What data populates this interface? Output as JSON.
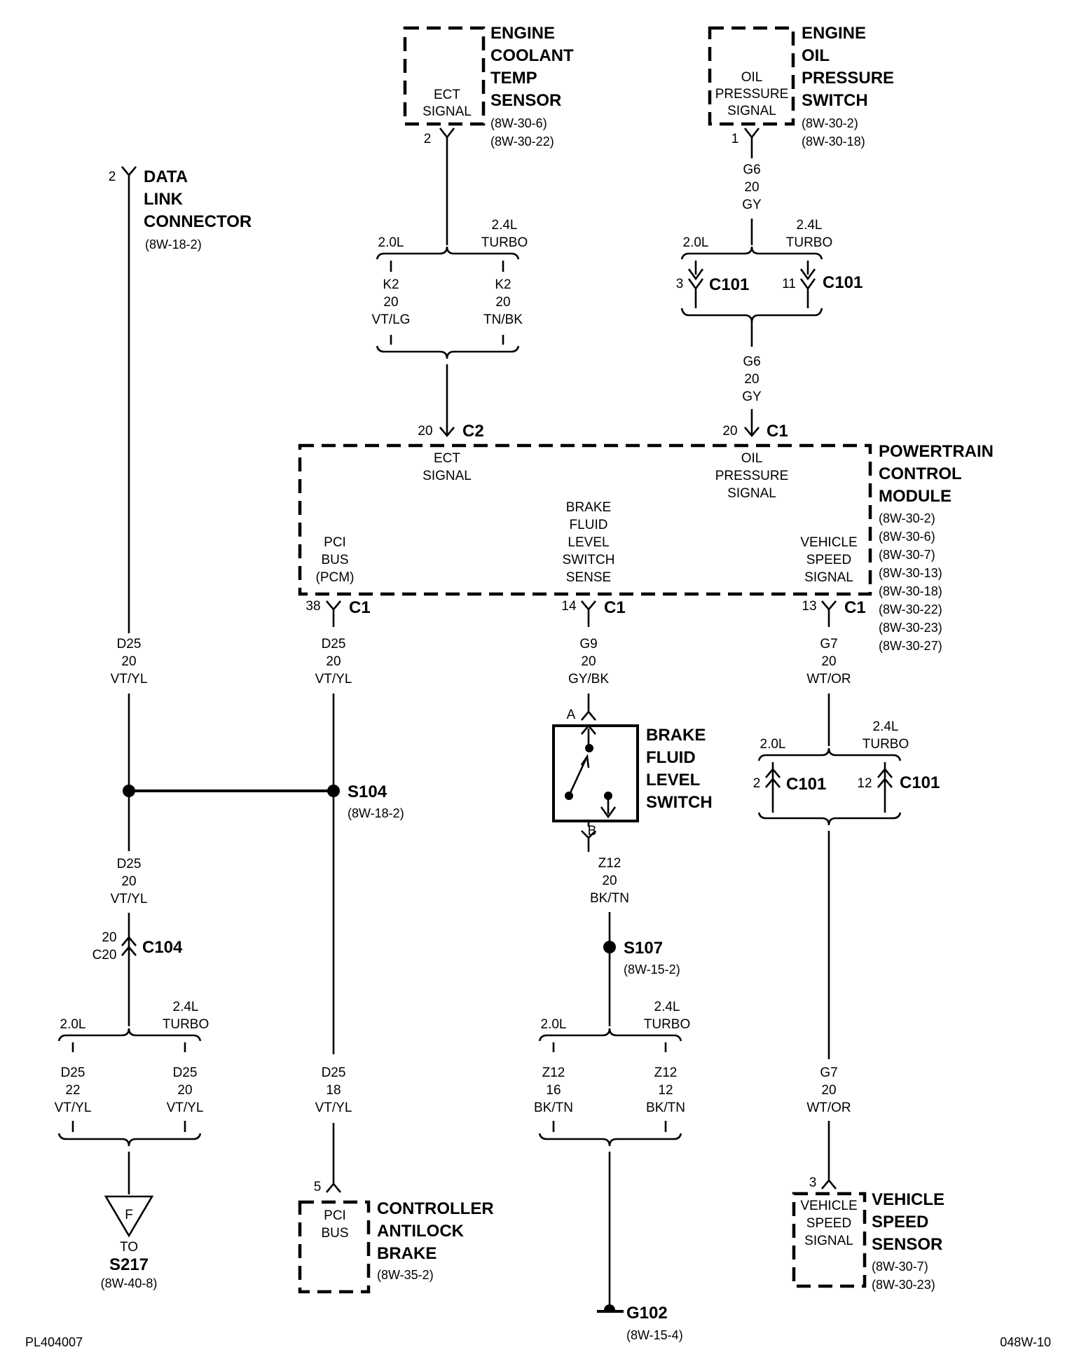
{
  "components": {
    "ect_sensor": {
      "name": [
        "ENGINE",
        "COOLANT",
        "TEMP",
        "SENSOR"
      ],
      "refs": [
        "(8W-30-6)",
        "(8W-30-22)"
      ],
      "inner": [
        "ECT",
        "SIGNAL"
      ],
      "pin": "2"
    },
    "oil_switch": {
      "name": [
        "ENGINE",
        "OIL",
        "PRESSURE",
        "SWITCH"
      ],
      "refs": [
        "(8W-30-2)",
        "(8W-30-18)"
      ],
      "inner": [
        "OIL",
        "PRESSURE",
        "SIGNAL"
      ],
      "pin": "1"
    },
    "dlc": {
      "name": [
        "DATA",
        "LINK",
        "CONNECTOR"
      ],
      "refs": [
        "(8W-18-2)"
      ],
      "pin": "2"
    },
    "pcm": {
      "name": [
        "POWERTRAIN",
        "CONTROL",
        "MODULE"
      ],
      "refs": [
        "(8W-30-2)",
        "(8W-30-6)",
        "(8W-30-7)",
        "(8W-30-13)",
        "(8W-30-18)",
        "(8W-30-22)",
        "(8W-30-23)",
        "(8W-30-27)"
      ],
      "ect_signal": [
        "ECT",
        "SIGNAL"
      ],
      "oil_signal": [
        "OIL",
        "PRESSURE",
        "SIGNAL"
      ],
      "brake_sense": [
        "BRAKE",
        "FLUID",
        "LEVEL",
        "SWITCH",
        "SENSE"
      ],
      "pci_bus": [
        "PCI",
        "BUS",
        "(PCM)"
      ],
      "vss_signal": [
        "VEHICLE",
        "SPEED",
        "SIGNAL"
      ],
      "top_left_pin": "20",
      "top_left_conn": "C2",
      "top_right_pin": "20",
      "top_right_conn": "C1",
      "pin_pci": "38",
      "pin_brake": "14",
      "pin_vss": "13",
      "conn_c1": "C1"
    },
    "brake_switch": {
      "name": [
        "BRAKE",
        "FLUID",
        "LEVEL",
        "SWITCH"
      ],
      "pin_a": "A",
      "pin_b": "B"
    },
    "abs_controller": {
      "name": [
        "CONTROLLER",
        "ANTILOCK",
        "BRAKE"
      ],
      "refs": [
        "(8W-35-2)"
      ],
      "inner": [
        "PCI",
        "BUS"
      ],
      "pin": "5"
    },
    "vss_sensor": {
      "name": [
        "VEHICLE",
        "SPEED",
        "SENSOR"
      ],
      "refs": [
        "(8W-30-7)",
        "(8W-30-23)"
      ],
      "inner": [
        "VEHICLE",
        "SPEED",
        "SIGNAL"
      ],
      "pin": "3"
    }
  },
  "wires": {
    "ect_20l": [
      "K2",
      "20",
      "VT/LG"
    ],
    "ect_24l": [
      "K2",
      "20",
      "TN/BK"
    ],
    "oil_top": [
      "G6",
      "20",
      "GY"
    ],
    "oil_mid": [
      "G6",
      "20",
      "GY"
    ],
    "dlc_upper": [
      "D25",
      "20",
      "VT/YL"
    ],
    "dlc_lower": [
      "D25",
      "20",
      "VT/YL"
    ],
    "pci_upper": [
      "D25",
      "20",
      "VT/YL"
    ],
    "pci_lower": [
      "D25",
      "18",
      "VT/YL"
    ],
    "ground_20l": [
      "D25",
      "22",
      "VT/YL"
    ],
    "ground_24l": [
      "D25",
      "20",
      "VT/YL"
    ],
    "brake_upper": [
      "G9",
      "20",
      "GY/BK"
    ],
    "brake_lower": [
      "Z12",
      "20",
      "BK/TN"
    ],
    "z12_20l": [
      "Z12",
      "16",
      "BK/TN"
    ],
    "z12_24l": [
      "Z12",
      "12",
      "BK/TN"
    ],
    "vss_upper": [
      "G7",
      "20",
      "WT/OR"
    ],
    "vss_lower": [
      "G7",
      "20",
      "WT/OR"
    ]
  },
  "options": {
    "l20": "2.0L",
    "l24": [
      "2.4L",
      "TURBO"
    ]
  },
  "connectors": {
    "c101": "C101",
    "c101_pin3": "3",
    "c101_pin11": "11",
    "c101_pin2": "2",
    "c101_pin12": "12",
    "c104": "C104",
    "c104_pins": [
      "20",
      "C20"
    ]
  },
  "splices": {
    "s104": {
      "name": "S104",
      "ref": "(8W-18-2)"
    },
    "s107": {
      "name": "S107",
      "ref": "(8W-15-2)"
    }
  },
  "offpage": {
    "letter": "F",
    "to": "TO",
    "dest": "S217",
    "ref": "(8W-40-8)"
  },
  "ground": {
    "name": "G102",
    "ref": "(8W-15-4)"
  },
  "footer": {
    "left": "PL404007",
    "right": "048W-10"
  }
}
